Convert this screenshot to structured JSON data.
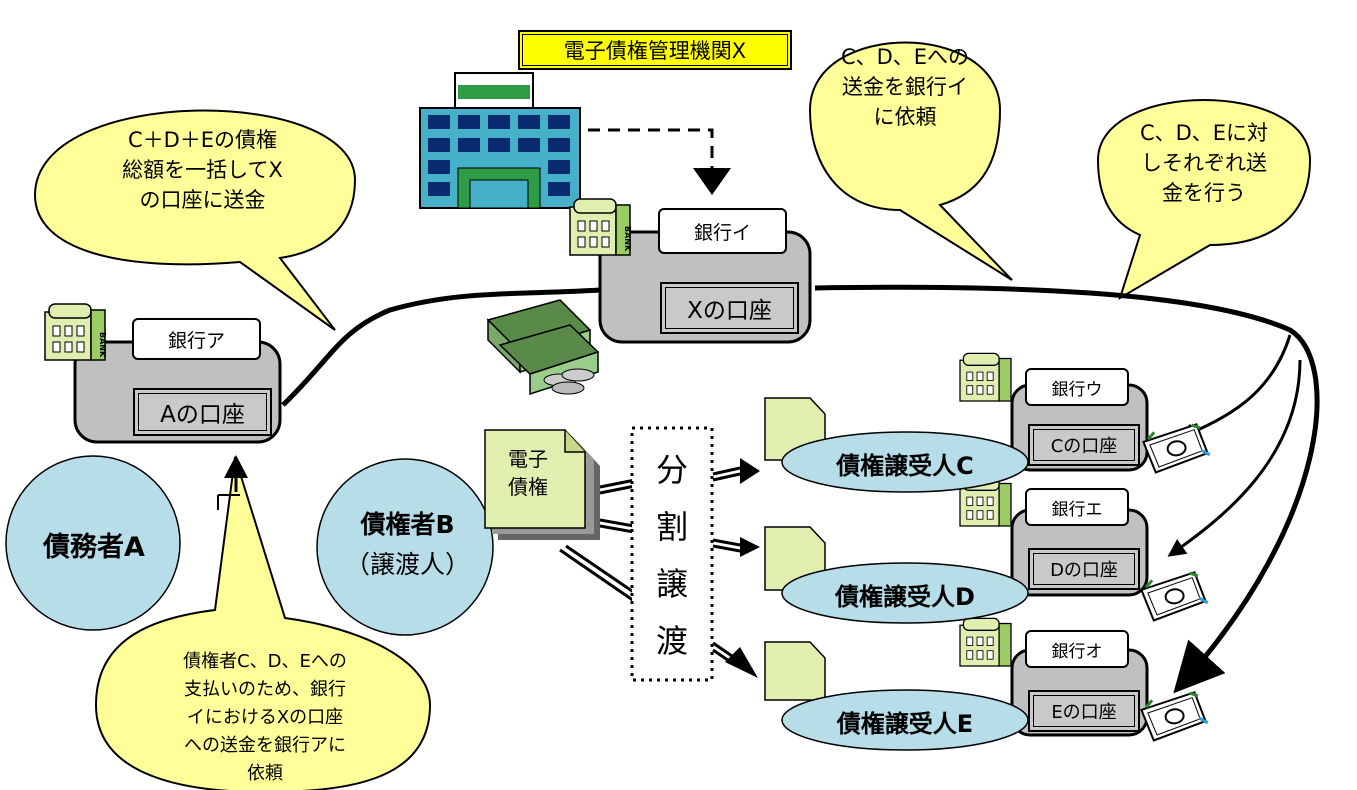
{
  "management_org": {
    "label": "電子債権管理機関X"
  },
  "bubbles": {
    "top_left": [
      "C＋D＋Eの債権",
      "総額を一括してX",
      "の口座に送金"
    ],
    "top_center": [
      "C、D、Eへの",
      "送金を銀行イ",
      "に依頼"
    ],
    "top_right": [
      "C、D、Eに対",
      "しそれぞれ送",
      "金を行う"
    ],
    "bottom": [
      "債権者C、D、Eへの",
      "支払いのため、銀行",
      "イにおけるXの口座",
      "への送金を銀行アに",
      "依頼"
    ]
  },
  "banks": {
    "a": {
      "name": "銀行ア",
      "account": "Aの口座"
    },
    "i": {
      "name": "銀行イ",
      "account": "Xの口座"
    },
    "u": {
      "name": "銀行ウ",
      "account": "Cの口座"
    },
    "e": {
      "name": "銀行エ",
      "account": "Dの口座"
    },
    "o": {
      "name": "銀行オ",
      "account": "Eの口座"
    }
  },
  "parties": {
    "debtor": "債務者A",
    "creditor": "債権者B",
    "creditor_sub": "（譲渡人）",
    "transferee_c": "債権譲受人C",
    "transferee_d": "債権譲受人D",
    "transferee_e": "債権譲受人E"
  },
  "document": {
    "line1": "電子",
    "line2": "債権"
  },
  "split_transfer": [
    "分",
    "割",
    "譲",
    "渡"
  ],
  "bank_badge": "BANK",
  "colors": {
    "bubble": "#ffff99",
    "circle": "#b7dde8",
    "document": "#e0eeb0",
    "vault": "#c0c0c0",
    "building": "#45b0c8",
    "label_highlight": "#ffff00"
  }
}
